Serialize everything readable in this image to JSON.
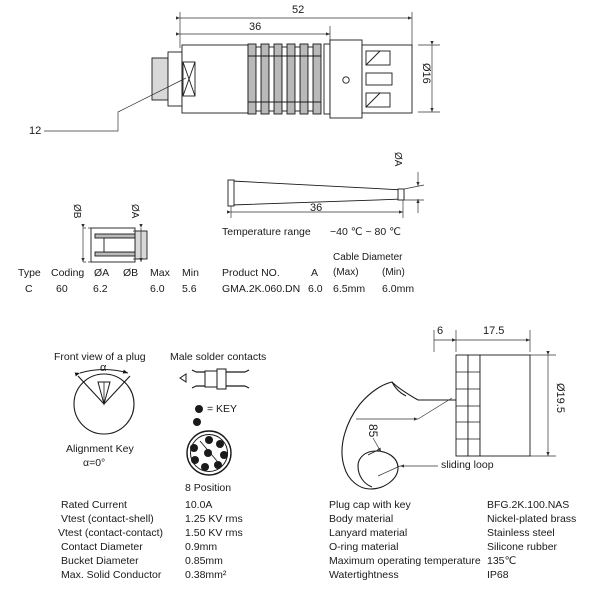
{
  "document": {
    "title": "Connector technical datasheet drawing",
    "colors": {
      "line": "#1a1a1a",
      "fill_grey": "#b9b9b9",
      "fill_light": "#d8d8d8",
      "dim_line": "#555555",
      "background": "#ffffff"
    }
  },
  "top_view": {
    "name": "plug-assembly-side-view",
    "dimensions": {
      "overall_length": "52",
      "body_length": "36",
      "diameter": "Ø16",
      "callout": "12"
    }
  },
  "cable_view": {
    "name": "cable-taper-view",
    "dimensions": {
      "length": "36",
      "diameter_label": "ØA"
    },
    "temperature": {
      "label": "Temperature range",
      "value": "−40 ℃ ~ 80 ℃"
    },
    "product_table": {
      "headers": [
        "Product NO.",
        "A",
        "Cable Diameter"
      ],
      "sub_headers": [
        "(Max)",
        "(Min)"
      ],
      "row": {
        "product_no": "GMA.2K.060.DN",
        "a": "6.0",
        "cable_max": "6.5mm",
        "cable_min": "6.0mm"
      }
    }
  },
  "gland_view": {
    "name": "cable-gland-section-view",
    "labels": {
      "diameter_b": "ØB",
      "diameter_a": "ØA"
    },
    "table": {
      "headers": [
        "Type",
        "Coding",
        "ØA",
        "ØB",
        "Max",
        "Min"
      ],
      "row": [
        "C",
        "60",
        "6.2",
        "",
        "6.0",
        "5.6"
      ]
    }
  },
  "front_view": {
    "name": "plug-front-view",
    "title": "Front view of a plug",
    "angle_symbol": "α",
    "caption_line1": "Alignment Key",
    "caption_line2": "α=0°"
  },
  "contacts_view": {
    "name": "male-solder-contacts-view",
    "title": "Male solder contacts",
    "key_legend": "= KEY",
    "position_label": "8 Position"
  },
  "contact_specs": {
    "name": "contact-specifications-table",
    "rows": [
      {
        "label": "Rated Current",
        "value": "10.0A"
      },
      {
        "label": "Vtest (contact-shell)",
        "value": "1.25 KV rms"
      },
      {
        "label": "Vtest (contact-contact)",
        "value": "1.50 KV rms"
      },
      {
        "label": "Contact Diameter",
        "value": "0.9mm"
      },
      {
        "label": "Bucket Diameter",
        "value": "0.85mm"
      },
      {
        "label": "Max. Solid Conductor",
        "value": "0.38mm²"
      }
    ]
  },
  "cap_view": {
    "name": "plug-cap-lanyard-view",
    "dimensions": {
      "cap_width": "6",
      "body_length": "17.5",
      "diameter": "Ø19.5",
      "lanyard_length": "85"
    },
    "annotation": "sliding loop"
  },
  "cap_specs": {
    "name": "cap-specifications-table",
    "rows": [
      {
        "label": "Plug cap with key",
        "value": "BFG.2K.100.NAS"
      },
      {
        "label": "Body material",
        "value": "Nickel-plated brass"
      },
      {
        "label": "Lanyard material",
        "value": "Stainless steel"
      },
      {
        "label": "O-ring material",
        "value": "Silicone rubber"
      },
      {
        "label": "Maximum operating temperature",
        "value": "135℃"
      },
      {
        "label": "Watertightness",
        "value": "IP68"
      }
    ]
  }
}
